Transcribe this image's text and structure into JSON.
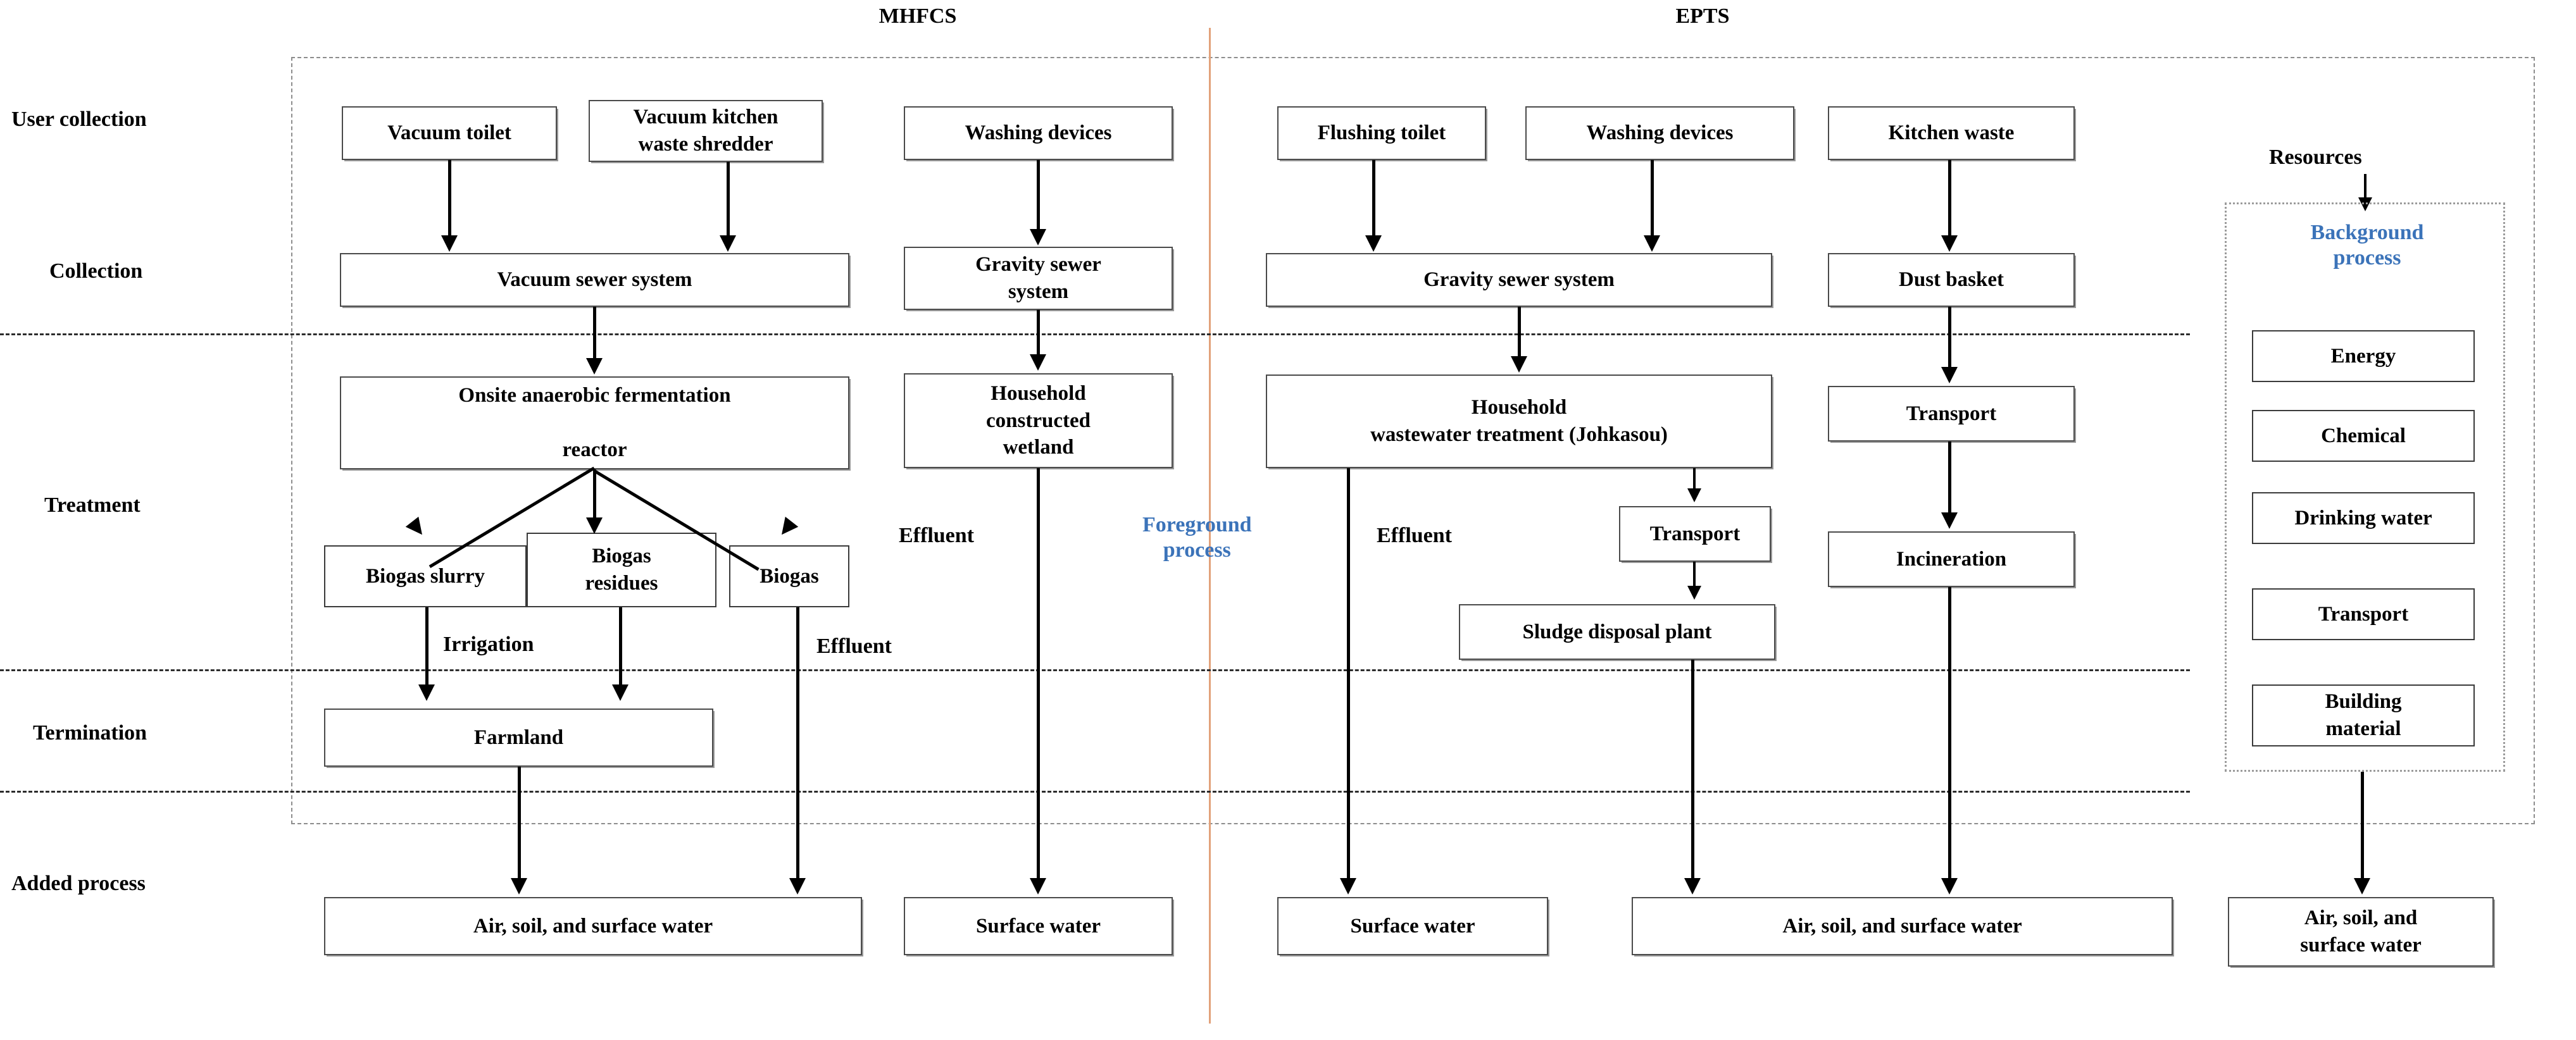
{
  "diagram": {
    "system_titles": [
      {
        "label": "MHFCS"
      },
      {
        "label": "EPTS"
      }
    ],
    "stage_labels": [
      {
        "label": "User collection"
      },
      {
        "label": "Collection"
      },
      {
        "label": "Treatment"
      },
      {
        "label": "Termination"
      },
      {
        "label": "Added process"
      }
    ],
    "annotations": {
      "foreground_process": "Foreground\nprocess",
      "background_process": "Background\nprocess",
      "resources": "Resources"
    },
    "edge_labels": [
      {
        "label": "Irrigation"
      },
      {
        "label": "Effluent"
      },
      {
        "label": "Effluent"
      },
      {
        "label": "Effluent"
      }
    ],
    "colors": {
      "foreground_text": "#3b73b9",
      "background_text": "#3b73b9",
      "divider": "#e2a27b",
      "box_border": "#4a4a4a",
      "separator": "#2c2c2c"
    },
    "mhfcs": {
      "user_collection": [
        {
          "label": "Vacuum toilet"
        },
        {
          "label": "Vacuum kitchen\nwaste shredder"
        },
        {
          "label": "Washing devices"
        }
      ],
      "collection": [
        {
          "label": "Vacuum sewer system"
        },
        {
          "label": "Gravity sewer\nsystem"
        }
      ],
      "treatment": [
        {
          "label": "Onsite anaerobic fermentation\n\nreactor"
        },
        {
          "label": "Household\nconstructed\nwetland"
        },
        {
          "label": "Biogas slurry"
        },
        {
          "label": "Biogas\nresidues"
        },
        {
          "label": "Biogas"
        }
      ],
      "termination": [
        {
          "label": "Farmland"
        }
      ],
      "added_process": [
        {
          "label": "Air, soil, and surface water"
        },
        {
          "label": "Surface water"
        }
      ]
    },
    "epts": {
      "user_collection": [
        {
          "label": "Flushing toilet"
        },
        {
          "label": "Washing devices"
        },
        {
          "label": "Kitchen waste"
        }
      ],
      "collection": [
        {
          "label": "Gravity sewer system"
        },
        {
          "label": "Dust basket"
        }
      ],
      "treatment": [
        {
          "label": "Household\nwastewater treatment (Johkasou)"
        },
        {
          "label": "Transport"
        },
        {
          "label": "Sludge disposal plant"
        },
        {
          "label": "Transport"
        },
        {
          "label": "Incineration"
        }
      ],
      "added_process": [
        {
          "label": "Surface water"
        },
        {
          "label": "Air, soil, and surface water"
        }
      ]
    },
    "background": {
      "title": "Background\nprocess",
      "items": [
        {
          "label": "Energy"
        },
        {
          "label": "Chemical"
        },
        {
          "label": "Drinking water"
        },
        {
          "label": "Transport"
        },
        {
          "label": "Building\nmaterial"
        }
      ],
      "added_process": [
        {
          "label": "Air, soil, and\nsurface water"
        }
      ]
    }
  }
}
